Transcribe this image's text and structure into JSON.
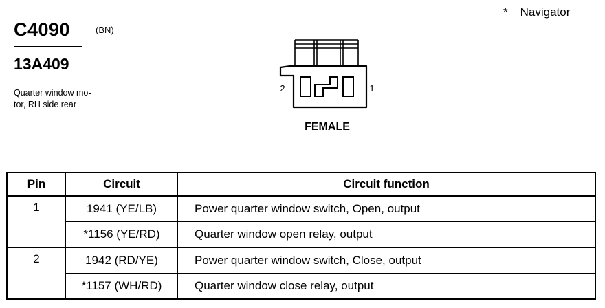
{
  "header": {
    "connector_id": "C4090",
    "color_code": "(BN)",
    "part_number": "13A409",
    "description": "Quarter window mo-\ntor, RH side rear"
  },
  "footnote": {
    "symbol": "*",
    "text": "Navigator"
  },
  "connector_diagram": {
    "pin_left_label": "2",
    "pin_right_label": "1",
    "gender_label": "FEMALE"
  },
  "table": {
    "headers": {
      "pin": "Pin",
      "circuit": "Circuit",
      "function": "Circuit function"
    },
    "rows": [
      {
        "pin": "1",
        "circuit": "1941 (YE/LB)",
        "function": "Power quarter window switch, Open, output"
      },
      {
        "pin": "",
        "circuit": "*1156 (YE/RD)",
        "function": "Quarter window open relay, output"
      },
      {
        "pin": "2",
        "circuit": "1942 (RD/YE)",
        "function": "Power quarter window switch, Close, output"
      },
      {
        "pin": "",
        "circuit": "*1157 (WH/RD)",
        "function": "Quarter window close relay, output"
      }
    ]
  }
}
